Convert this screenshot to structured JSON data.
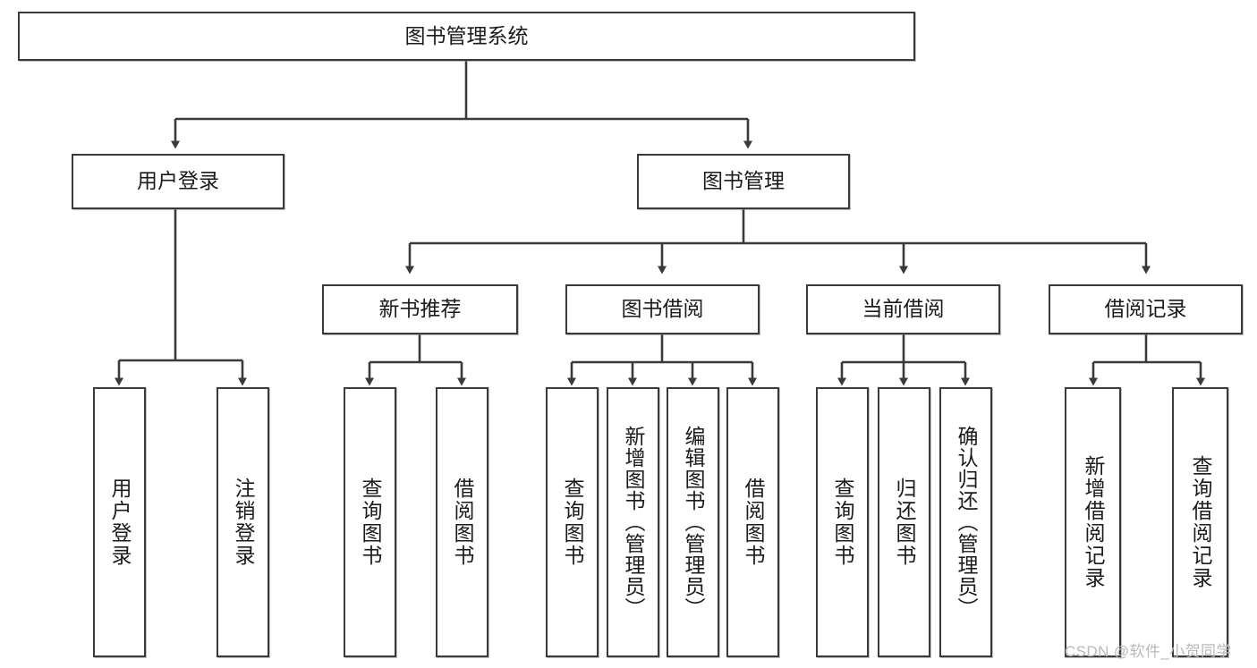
{
  "diagram": {
    "type": "tree-hierarchy",
    "title": "图书管理系统",
    "root": {
      "label": "图书管理系统"
    },
    "level1": [
      {
        "label": "用户登录"
      },
      {
        "label": "图书管理"
      }
    ],
    "level2": [
      {
        "label": "新书推荐",
        "parent": "图书管理"
      },
      {
        "label": "图书借阅",
        "parent": "图书管理"
      },
      {
        "label": "当前借阅",
        "parent": "图书管理"
      },
      {
        "label": "借阅记录",
        "parent": "图书管理"
      }
    ],
    "leaves": {
      "user_login": [
        {
          "label": "用户登录"
        },
        {
          "label": "注销登录"
        }
      ],
      "new_book_recommend": [
        {
          "label": "查询图书"
        },
        {
          "label": "借阅图书"
        }
      ],
      "book_borrow": [
        {
          "label": "查询图书"
        },
        {
          "label": "新增图书（管理员）"
        },
        {
          "label": "编辑图书（管理员）"
        },
        {
          "label": "借阅图书"
        }
      ],
      "current_borrow": [
        {
          "label": "查询图书"
        },
        {
          "label": "归还图书"
        },
        {
          "label": "确认归还（管理员）"
        }
      ],
      "borrow_record": [
        {
          "label": "新增借阅记录"
        },
        {
          "label": "查询借阅记录"
        }
      ]
    }
  },
  "watermark": {
    "text": "CSDN @软件_小贺同学"
  },
  "colors": {
    "border": "#3a3a3a",
    "text": "#1b1b1b",
    "background": "#ffffff",
    "watermark": "#b9b9b9"
  }
}
